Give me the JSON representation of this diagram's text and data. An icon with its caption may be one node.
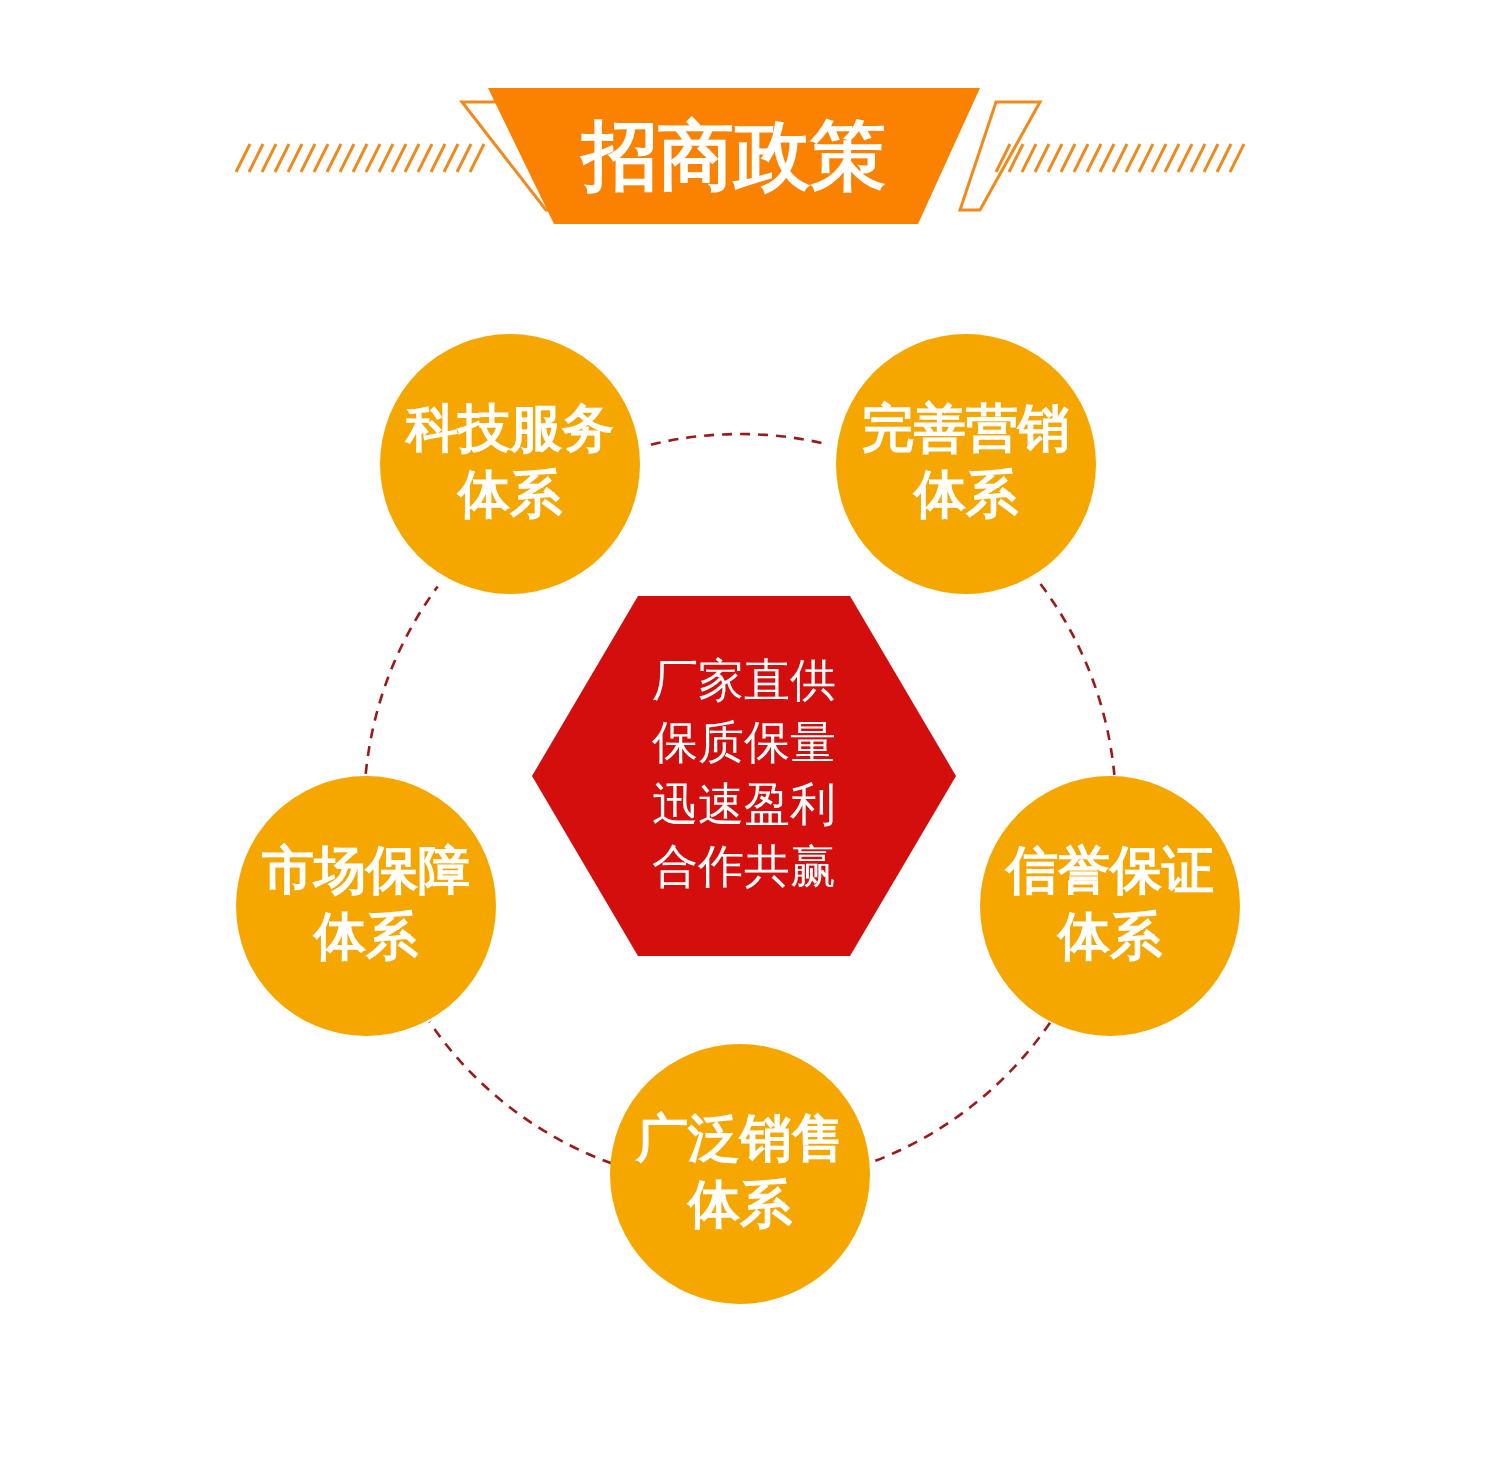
{
  "diagram": {
    "title": "招商政策",
    "nodes": [
      {
        "text": [
          "科技服务体系"
        ]
      },
      {
        "text": [
          "完善营销体系"
        ]
      },
      {
        "text": [
          "厂家直供保质保量迅速盈利合作共赢"
        ]
      },
      {
        "text": [
          "市场保障体系"
        ]
      },
      {
        "text": [
          "信誉保证体系"
        ]
      },
      {
        "text": [
          "广泛销售体系"
        ]
      }
    ],
    "edges": [
      {
        "from": 0,
        "to": 1,
        "arrow": "none",
        "style": "dashed"
      },
      {
        "from": 1,
        "to": 4,
        "arrow": "none",
        "style": "dashed"
      },
      {
        "from": 4,
        "to": 5,
        "arrow": "none",
        "style": "dashed"
      },
      {
        "from": 5,
        "to": 3,
        "arrow": "none",
        "style": "dashed"
      },
      {
        "from": 3,
        "to": 0,
        "arrow": "none",
        "style": "dashed"
      }
    ]
  }
}
